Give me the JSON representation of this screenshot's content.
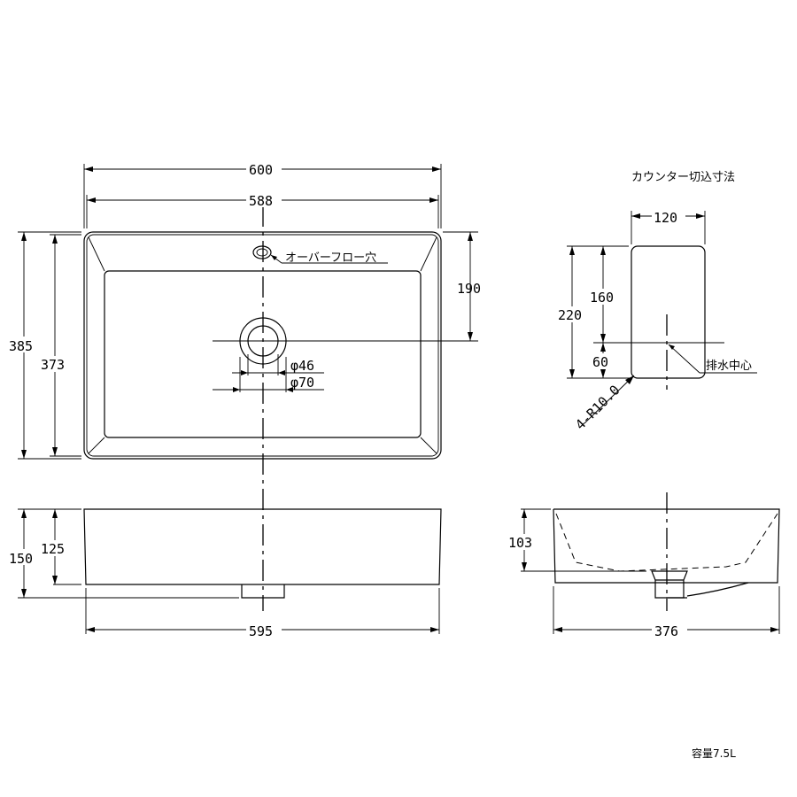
{
  "top_view": {
    "width_outer": "600",
    "width_inner": "588",
    "depth_outer": "385",
    "depth_inner": "373",
    "drain_offset": "190",
    "overflow_label": "オーバーフロー穴",
    "phi_46": "φ46",
    "phi_70": "φ70"
  },
  "front_view": {
    "height_total": "150",
    "height_body": "125",
    "width": "595"
  },
  "side_view": {
    "depth_103": "103",
    "width_376": "376"
  },
  "cutout": {
    "title": "カウンター切込寸法",
    "width": "120",
    "height_total": "220",
    "height_upper": "160",
    "height_lower": "60",
    "radius": "4-R10.0",
    "drain_center": "排水中心"
  },
  "capacity": "容量7.5L"
}
